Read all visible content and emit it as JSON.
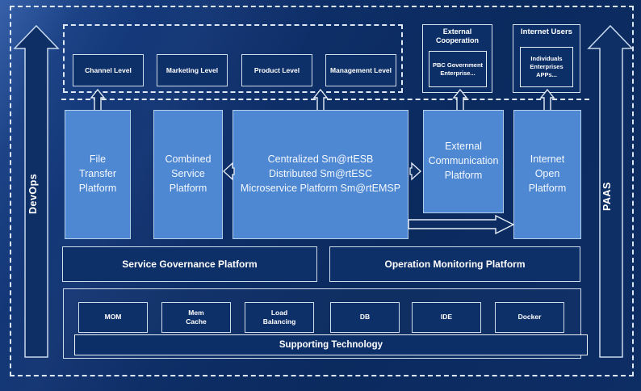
{
  "rails": {
    "devops_label": "DevOps",
    "paas_label": "PAAS"
  },
  "levels": {
    "items": [
      "Channel Level",
      "Marketing Level",
      "Product Level",
      "Management Level"
    ]
  },
  "external_cooperation": {
    "title": "External\nCooperation",
    "members": "PBC Government\nEnterprise..."
  },
  "internet_users": {
    "title": "Internet Users",
    "members": "Individuals\nEnterprises\nAPPs..."
  },
  "platforms": {
    "file_transfer": "File\nTransfer\nPlatform",
    "combined_service": "Combined\nService\nPlatform",
    "central_esb": "Centralized Sm@rtESB\nDistributed Sm@rtESC\nMicroservice Platform Sm@rtEMSP",
    "external_communication": "External\nCommunication\nPlatform",
    "internet_open": "Internet\nOpen\nPlatform"
  },
  "governance": {
    "service": "Service Governance Platform",
    "operation": "Operation Monitoring Platform"
  },
  "supporting": {
    "label": "Supporting Technology",
    "technologies": [
      "MOM",
      "Mem\nCache",
      "Load\nBalancing",
      "DB",
      "IDE",
      "Docker"
    ]
  },
  "colors": {
    "background": "#0c2b60",
    "panel_light": "#4e87d2",
    "panel_dark": "#0e3069",
    "border_light": "#cfdcee",
    "text": "#ffffff"
  }
}
